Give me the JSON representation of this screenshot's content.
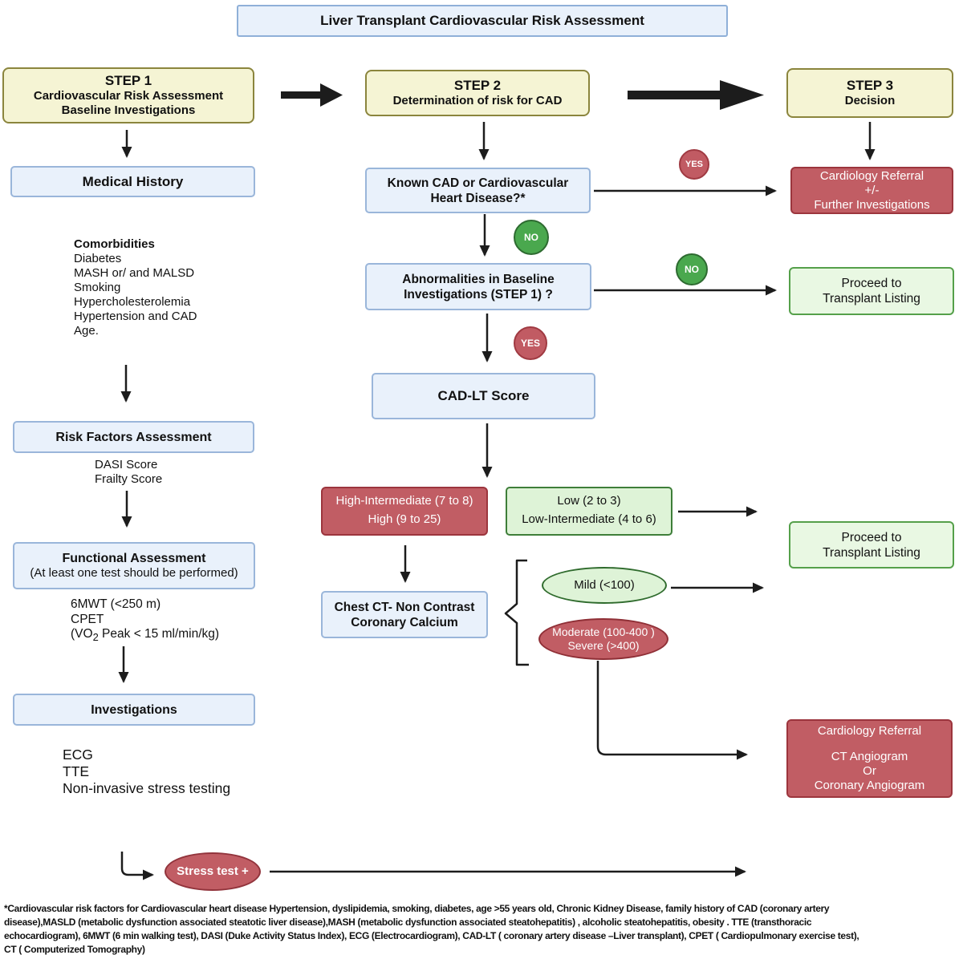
{
  "title": "Liver Transplant Cardiovascular Risk Assessment",
  "steps": {
    "step1": {
      "title": "STEP 1",
      "line1": "Cardiovascular Risk Assessment",
      "line2": "Baseline Investigations"
    },
    "step2": {
      "title": "STEP 2",
      "line1": "Determination of risk for CAD"
    },
    "step3": {
      "title": "STEP 3",
      "line1": "Decision"
    }
  },
  "left_column": {
    "medical_history": "Medical History",
    "comorbidities": {
      "heading": "Comorbidities",
      "items": [
        "Diabetes",
        "MASH or/ and MALSD",
        "Smoking",
        "Hypercholesterolemia",
        "Hypertension and CAD",
        "Age."
      ]
    },
    "risk_factors": "Risk Factors Assessment",
    "risk_factor_scores": [
      "DASI Score",
      "Frailty Score"
    ],
    "functional_assessment": {
      "title": "Functional Assessment",
      "subtitle": "(At least one test should be performed)"
    },
    "functional_tests": [
      "6MWT (<250 m)",
      "CPET"
    ],
    "vo2": {
      "prefix": "(VO",
      "sub": "2",
      "suffix": " Peak < 15 ml/min/kg)"
    },
    "investigations": "Investigations",
    "investigation_items": [
      "ECG",
      "TTE",
      "Non-invasive stress testing"
    ],
    "stress_test": "Stress test +"
  },
  "middle_column": {
    "known_cad": {
      "line1": "Known CAD or Cardiovascular",
      "line2": "Heart Disease?*"
    },
    "abnormalities": {
      "line1": "Abnormalities in Baseline",
      "line2": "Investigations (STEP 1) ?"
    },
    "cad_lt": "CAD-LT Score",
    "high_risk": {
      "line1": "High-Intermediate (7 to 8)",
      "line2": "High (9 to 25)"
    },
    "low_risk": {
      "line1": "Low (2 to 3)",
      "line2": "Low-Intermediate (4 to 6)"
    },
    "chest_ct": {
      "line1": "Chest CT- Non Contrast",
      "line2": "Coronary Calcium"
    },
    "mild": "Mild (<100)",
    "moderate": {
      "line1": "Moderate (100-400 )",
      "line2": "Severe (>400)"
    }
  },
  "right_column": {
    "cardiology_referral_1": {
      "line1": "Cardiology Referral",
      "line2": "+/-",
      "line3": "Further Investigations"
    },
    "proceed_1": {
      "line1": "Proceed to",
      "line2": "Transplant Listing"
    },
    "proceed_2": {
      "line1": "Proceed to",
      "line2": "Transplant Listing"
    },
    "cardiology_referral_2": {
      "line1": "Cardiology Referral",
      "line2": "CT Angiogram",
      "line3": "Or",
      "line4": "Coronary Angiogram"
    }
  },
  "badges": {
    "yes1": "YES",
    "no1": "NO",
    "no2": "NO",
    "yes2": "YES"
  },
  "footer": {
    "lines": [
      "*Cardiovascular risk factors for Cardiovascular heart disease Hypertension, dyslipidemia, smoking, diabetes, age >55 years old, Chronic Kidney Disease, family history of CAD (coronary artery",
      "disease),MASLD (metabolic dysfunction associated steatotic liver disease),MASH (metabolic dysfunction associated steatohepatitis) , alcoholic steatohepatitis, obesity . TTE (transthoracic",
      "echocardiogram), 6MWT (6 min walking test), DASI (Duke Activity Status Index), ECG (Electrocardiogram), CAD-LT ( coronary artery disease –Liver transplant), CPET ( Cardiopulmonary exercise test),",
      "CT ( Computerized Tomography)"
    ]
  },
  "colors": {
    "yellow_fill": "#f5f4d4",
    "yellow_border": "#8b853d",
    "blue_fill": "#e9f1fb",
    "blue_border": "#9ab6da",
    "red_fill": "#c15d64",
    "red_border": "#9c353d",
    "green_light_fill": "#def3d7",
    "green_border": "#3e7e39",
    "proceed_fill": "#e9f8e3",
    "proceed_border": "#55a04a",
    "green_circle": "#4aa84e",
    "arrow_color": "#1c1c1c"
  }
}
